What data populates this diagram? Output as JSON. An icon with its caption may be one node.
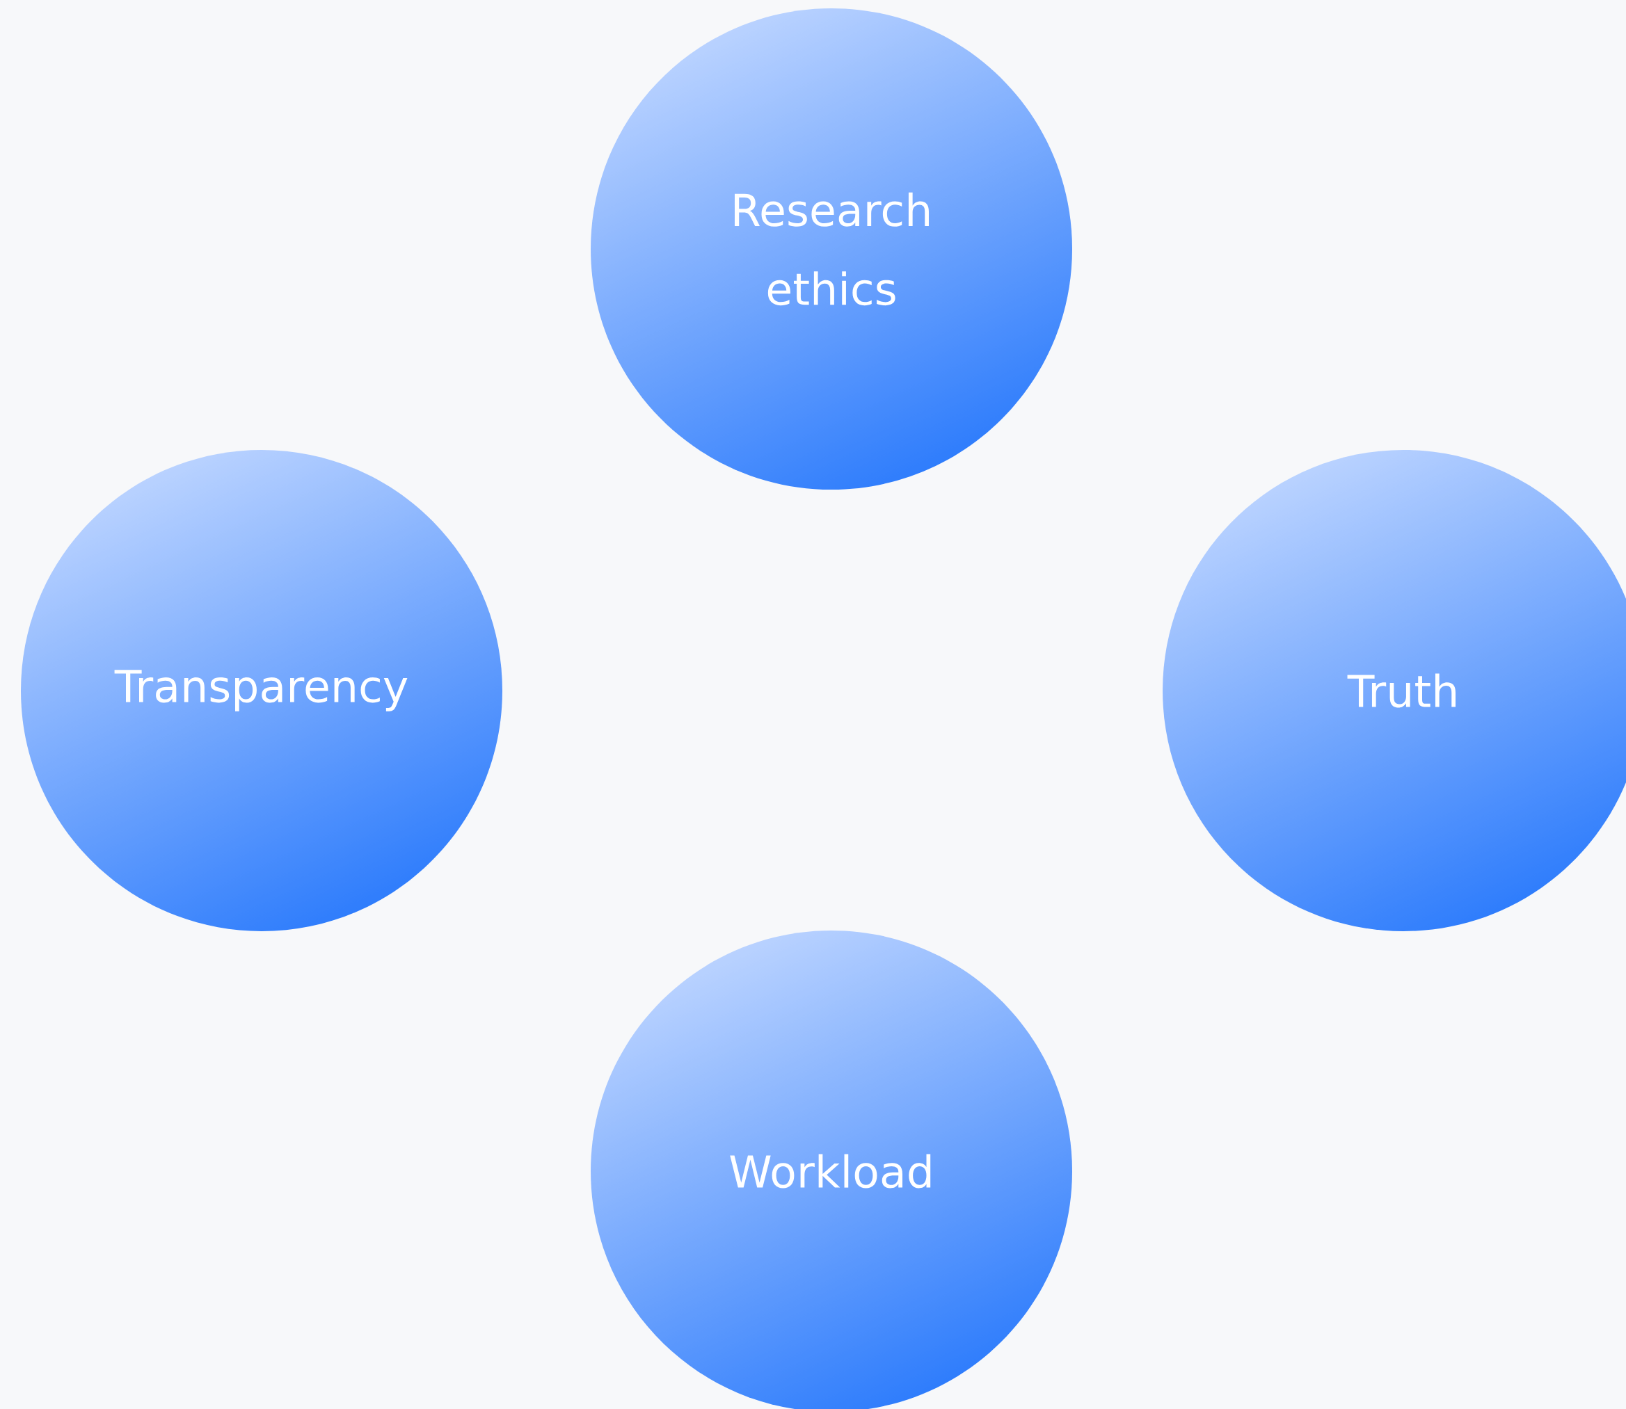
{
  "diagram": {
    "nodes": [
      {
        "text": [
          "Research ethics"
        ]
      },
      {
        "text": [
          "Transparency"
        ]
      },
      {
        "text": [
          "Truth"
        ]
      },
      {
        "text": [
          "Workload"
        ]
      }
    ]
  }
}
